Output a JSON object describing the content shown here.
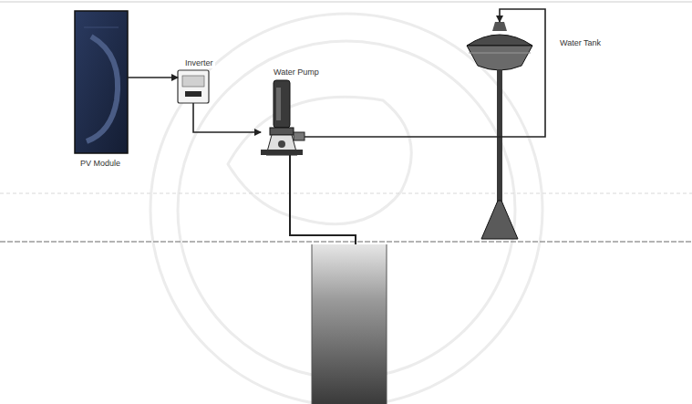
{
  "diagram": {
    "nodes": [
      {
        "text": [
          "PV Module"
        ]
      },
      {
        "text": [
          "Inverter"
        ]
      },
      {
        "text": [
          "Water Pump"
        ]
      },
      {
        "text": [
          "Water Tank"
        ]
      }
    ],
    "edges": [
      {
        "from": 0,
        "to": 1,
        "arrow": "to"
      },
      {
        "from": 1,
        "to": 2,
        "arrow": "to"
      },
      {
        "from": 2,
        "to": 3,
        "arrow": "to"
      }
    ]
  }
}
